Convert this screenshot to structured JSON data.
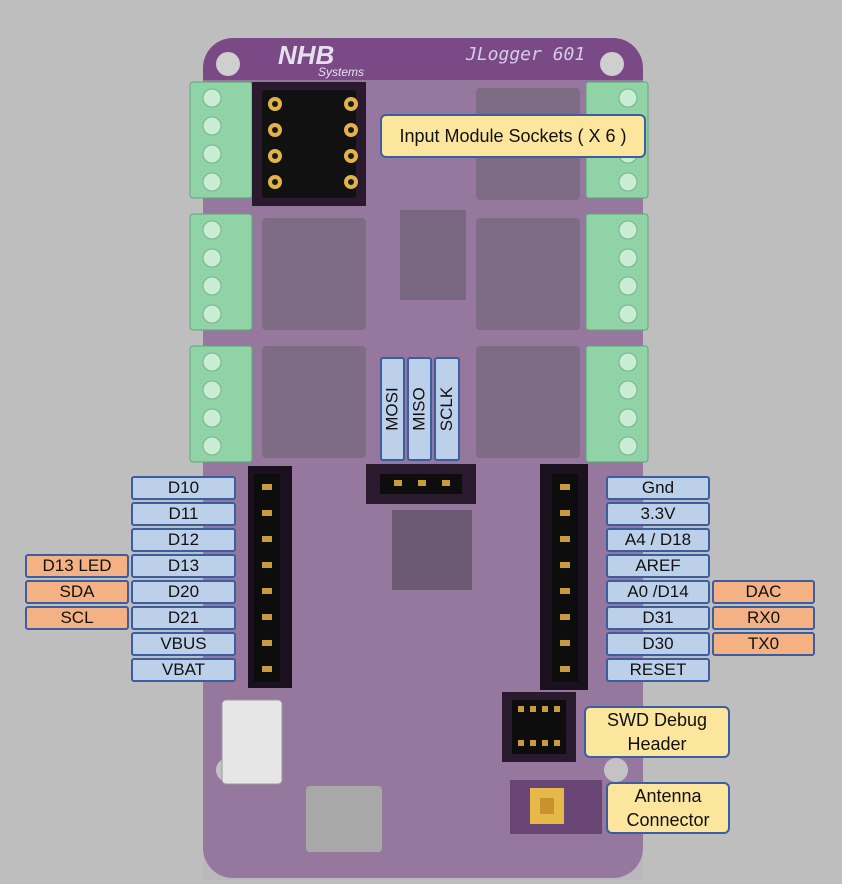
{
  "board": {
    "logo": "NHB",
    "logo_sub": "Systems",
    "model": "JLogger 601"
  },
  "callouts": {
    "input_sockets": "Input Module Sockets ( X 6 )",
    "swd_line1": "SWD Debug",
    "swd_line2": "Header",
    "antenna_line1": "Antenna",
    "antenna_line2": "Connector"
  },
  "spi_pins": [
    "MOSI",
    "MISO",
    "SCLK"
  ],
  "left_pins": [
    "D10",
    "D11",
    "D12",
    "D13",
    "D20",
    "D21",
    "VBUS",
    "VBAT"
  ],
  "left_alt": [
    "D13 LED",
    "SDA",
    "SCL"
  ],
  "right_pins": [
    "Gnd",
    "3.3V",
    "A4 / D18",
    "AREF",
    "A0 /D14",
    "D31",
    "D30",
    "RESET"
  ],
  "right_alt": [
    "DAC",
    "RX0",
    "TX0"
  ],
  "colors": {
    "background": "#bebebe",
    "pcb": "#7a4a86",
    "terminal": "#8fd3a6",
    "label_blue": "#bdd0ea",
    "label_orange": "#f4b183",
    "label_yellow": "#fce59c",
    "label_border": "#3a5ea0"
  }
}
